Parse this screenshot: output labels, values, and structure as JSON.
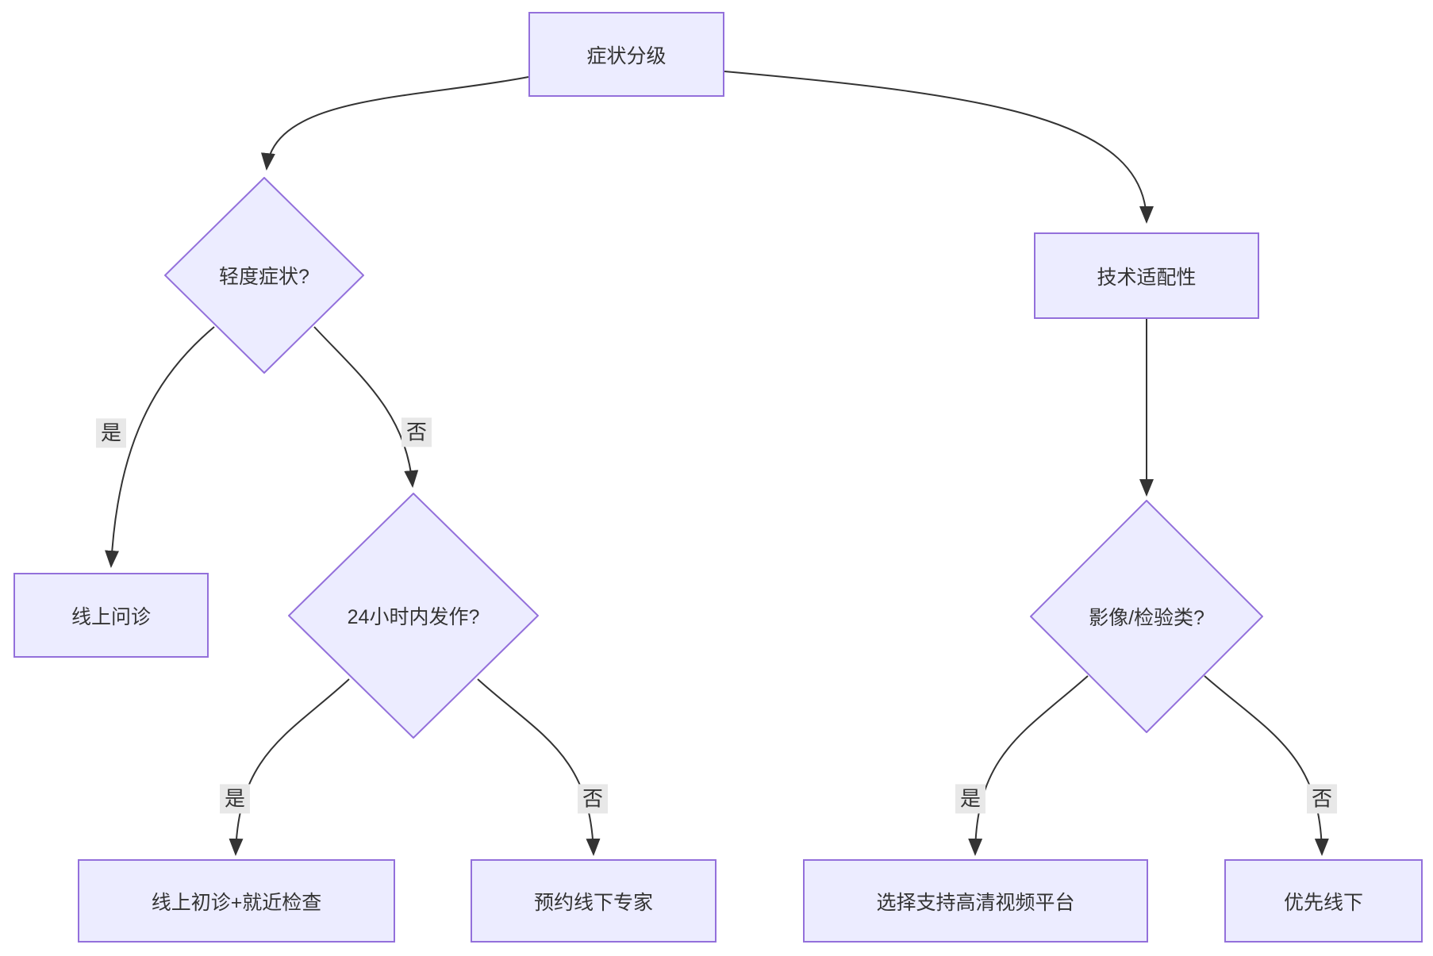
{
  "diagram": {
    "type": "flowchart",
    "nodes": {
      "symptom_grading": {
        "label": "症状分级",
        "shape": "rect"
      },
      "mild_symptom": {
        "label": "轻度症状?",
        "shape": "diamond"
      },
      "tech_fit": {
        "label": "技术适配性",
        "shape": "rect"
      },
      "online_consult": {
        "label": "线上问诊",
        "shape": "rect"
      },
      "onset_24h": {
        "label": "24小时内发作?",
        "shape": "diamond"
      },
      "imaging_lab": {
        "label": "影像/检验类?",
        "shape": "diamond"
      },
      "online_first_visit_nearby_check": {
        "label": "线上初诊+就近检查",
        "shape": "rect"
      },
      "book_offline_expert": {
        "label": "预约线下专家",
        "shape": "rect"
      },
      "hd_video_platform": {
        "label": "选择支持高清视频平台",
        "shape": "rect"
      },
      "offline_first": {
        "label": "优先线下",
        "shape": "rect"
      }
    },
    "edges": [
      {
        "from": "symptom_grading",
        "to": "mild_symptom",
        "label": ""
      },
      {
        "from": "symptom_grading",
        "to": "tech_fit",
        "label": ""
      },
      {
        "from": "mild_symptom",
        "to": "online_consult",
        "label": "是"
      },
      {
        "from": "mild_symptom",
        "to": "onset_24h",
        "label": "否"
      },
      {
        "from": "onset_24h",
        "to": "online_first_visit_nearby_check",
        "label": "是"
      },
      {
        "from": "onset_24h",
        "to": "book_offline_expert",
        "label": "否"
      },
      {
        "from": "tech_fit",
        "to": "imaging_lab",
        "label": ""
      },
      {
        "from": "imaging_lab",
        "to": "hd_video_platform",
        "label": "是"
      },
      {
        "from": "imaging_lab",
        "to": "offline_first",
        "label": "否"
      }
    ],
    "colors": {
      "node_fill": "#ECECFF",
      "node_border": "#9370DB",
      "edge_line": "#333333",
      "text": "#333333",
      "edge_label_bg": "#e8e8e8",
      "background": "#ffffff"
    }
  }
}
